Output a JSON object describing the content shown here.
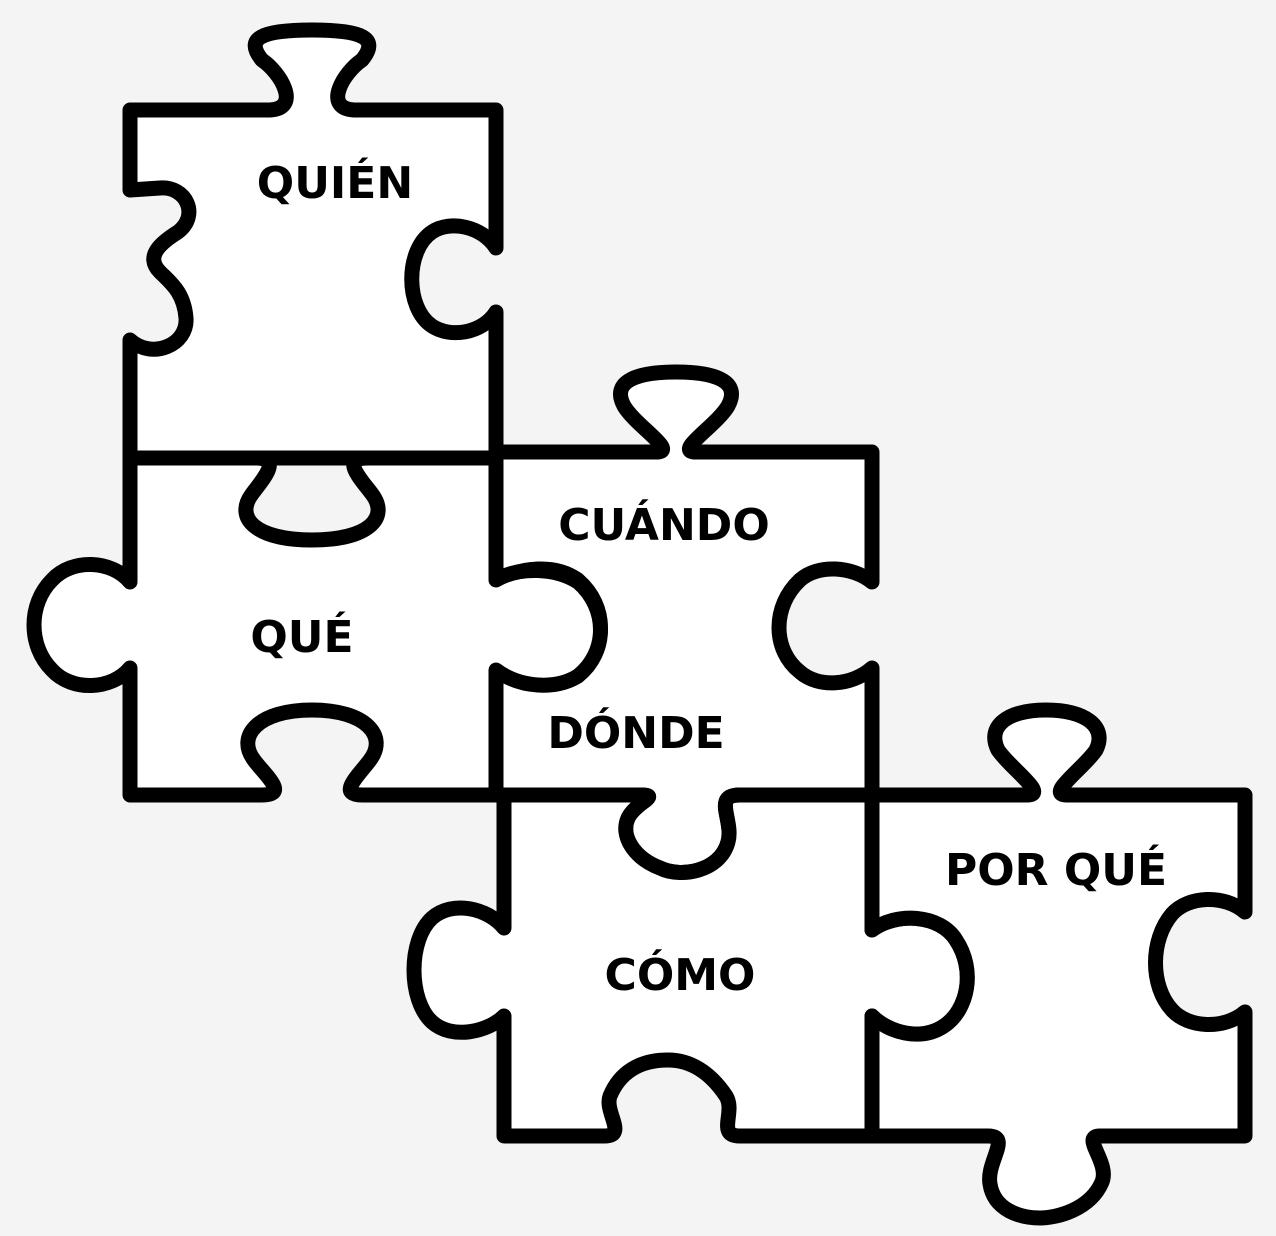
{
  "diagram": {
    "type": "jigsaw-puzzle",
    "pieces": [
      {
        "id": "quien",
        "label": "QUIÉN"
      },
      {
        "id": "que",
        "label": "QUÉ"
      },
      {
        "id": "cuando",
        "label": "CUÁNDO"
      },
      {
        "id": "donde",
        "label": "DÓNDE"
      },
      {
        "id": "como",
        "label": "CÓMO"
      },
      {
        "id": "por-que",
        "label": "POR QUÉ"
      }
    ]
  },
  "colors": {
    "background": "#f4f4f4",
    "piece_fill": "#ffffff",
    "outline": "#000000",
    "text": "#000000"
  }
}
